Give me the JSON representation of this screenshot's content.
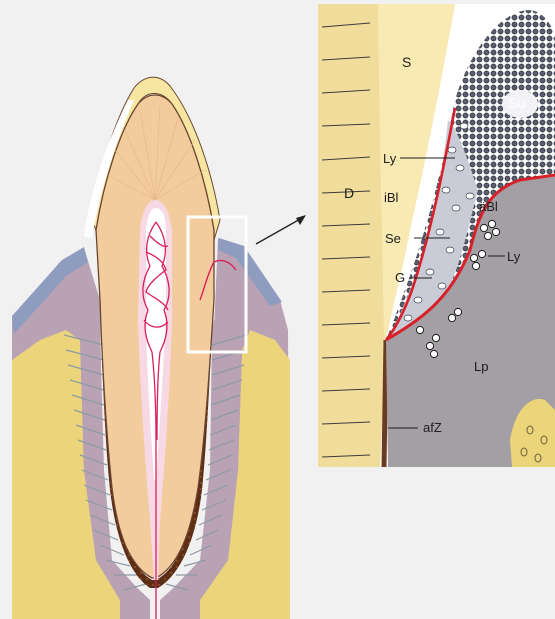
{
  "labels": {
    "enamel_space": "S",
    "dentin": "D",
    "sulcular_epithelium": "Su",
    "lymphocytes_top": "Ly",
    "inner_basal_lamina": "iBl",
    "outer_basal_lamina": "äBl",
    "secondary_enamel_cuticle": "Se",
    "lymphocytes_right": "Ly",
    "granulocytes": "G",
    "lamina_propria": "Lp",
    "acellular_fibers": "afZ"
  },
  "colors": {
    "background": "#f1f1f1",
    "dentin": "#f1dd9b",
    "pulp_dentin_tan": "#f3cc9d",
    "enamel_cap": "#f7e6a2",
    "gingiva_mauve": "#b9a2b4",
    "bone_yellow": "#ebd47a",
    "cementum_brown": "#6b3b21",
    "epithelium_dark": "#3a3d4c",
    "lamina_propria_gray": "#a39fa5",
    "basal_lamina_red": "#d7212a",
    "pulp_vessels": "#d8205a"
  }
}
